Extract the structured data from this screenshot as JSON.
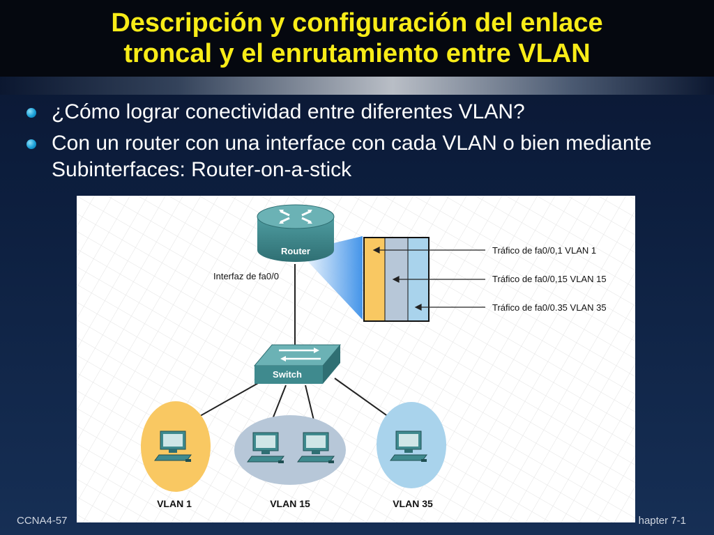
{
  "slide": {
    "title_line1": "Descripción y configuración del enlace",
    "title_line2": "troncal y el enrutamiento entre VLAN",
    "bullets": [
      "¿Cómo lograr conectividad entre diferentes VLAN?",
      "Con un router con una interface con cada VLAN o bien mediante Subinterfaces: Router-on-a-stick"
    ],
    "footer_left": "CCNA4-57",
    "footer_right": "hapter 7-1"
  },
  "diagram": {
    "router_label": "Router",
    "interface_label": "Interfaz de fa0/0",
    "switch_label": "Switch",
    "traffic": [
      "Tráfico de fa0/0,1 VLAN 1",
      "Tráfico de fa0/0,15 VLAN 15",
      "Tráfico de fa0/0.35 VLAN 35"
    ],
    "vlans": [
      "VLAN 1",
      "VLAN 15",
      "VLAN 35"
    ],
    "colors": {
      "vlan1": "#f9c862",
      "vlan15": "#b7c7d8",
      "vlan35": "#a9d3ec",
      "title": "#f8ec18",
      "device": "#3f8a8e"
    }
  }
}
